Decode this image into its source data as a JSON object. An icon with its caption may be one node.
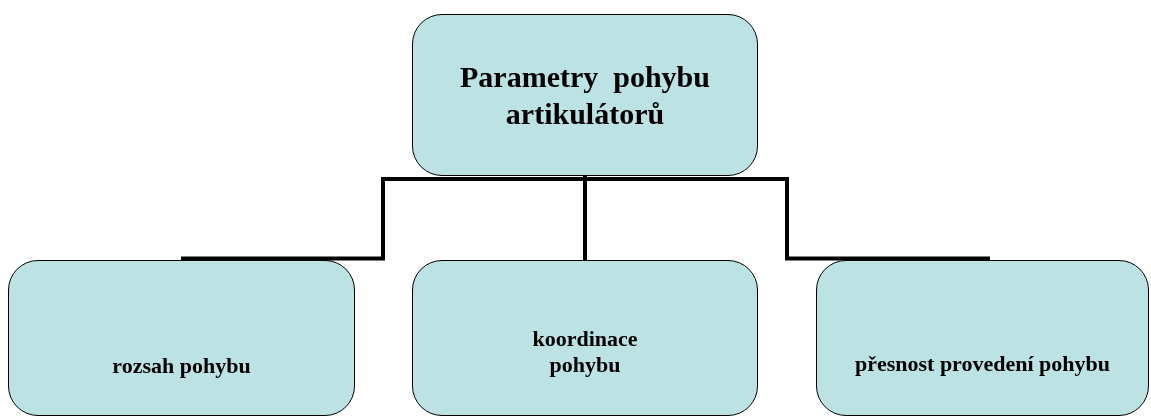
{
  "diagram": {
    "nodes": [
      {
        "text": [
          "Parametry  pohybu artikulátorů"
        ]
      },
      {
        "text": [
          "rozsah pohybu"
        ]
      },
      {
        "text": [
          "koordinace pohybu"
        ]
      },
      {
        "text": [
          "přesnost provedení pohybu"
        ]
      }
    ],
    "edges": [
      {
        "from": 0,
        "to": 1,
        "arrow": "none"
      },
      {
        "from": 0,
        "to": 2,
        "arrow": "none"
      },
      {
        "from": 0,
        "to": 3,
        "arrow": "none"
      }
    ]
  }
}
